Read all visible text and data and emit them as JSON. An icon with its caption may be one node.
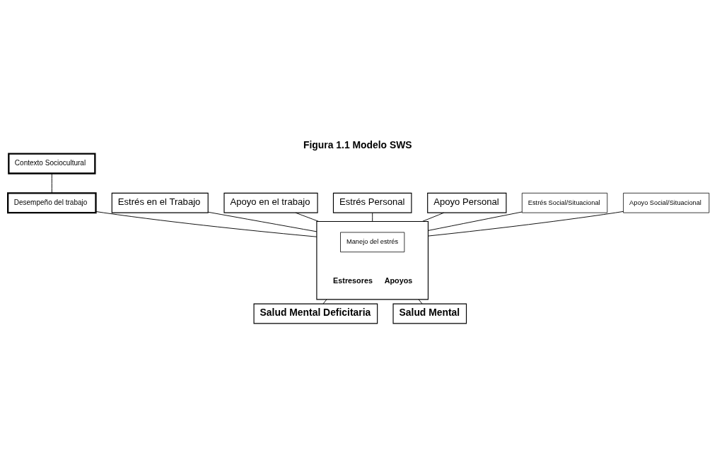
{
  "diagram": {
    "title": "Figura 1.1 Modelo SWS",
    "nodes": [
      {
        "text": [
          "Contexto Sociocultural"
        ]
      },
      {
        "text": [
          "Desempeño del trabajo"
        ]
      },
      {
        "text": [
          "Estrés en el Trabajo"
        ]
      },
      {
        "text": [
          "Apoyo en el trabajo"
        ]
      },
      {
        "text": [
          "Estresores",
          "Apoyos"
        ]
      },
      {
        "text": [
          "Manejo del estrés"
        ],
        "in": 4
      },
      {
        "text": [
          "Estrés Personal"
        ]
      },
      {
        "text": [
          "Apoyo Personal"
        ]
      },
      {
        "text": [
          "Estrés Social/Situacional"
        ]
      },
      {
        "text": [
          "Apoyo Social/Situacional"
        ]
      },
      {
        "text": [
          "Salud Mental Deficitaria"
        ]
      },
      {
        "text": [
          "Salud Mental"
        ]
      }
    ],
    "edges": [
      {
        "from": 0,
        "to": 1,
        "arrow": "none"
      },
      {
        "from": 1,
        "to": 4,
        "arrow": "none"
      },
      {
        "from": 2,
        "to": 4,
        "arrow": "none"
      },
      {
        "from": 3,
        "to": 4,
        "arrow": "none"
      },
      {
        "from": 6,
        "to": 4,
        "arrow": "none"
      },
      {
        "from": 7,
        "to": 4,
        "arrow": "none"
      },
      {
        "from": 8,
        "to": 4,
        "arrow": "none"
      },
      {
        "from": 9,
        "to": 4,
        "arrow": "none"
      },
      {
        "from": 4,
        "to": 10,
        "arrow": "none"
      },
      {
        "from": 4,
        "to": 11,
        "arrow": "none"
      }
    ]
  }
}
